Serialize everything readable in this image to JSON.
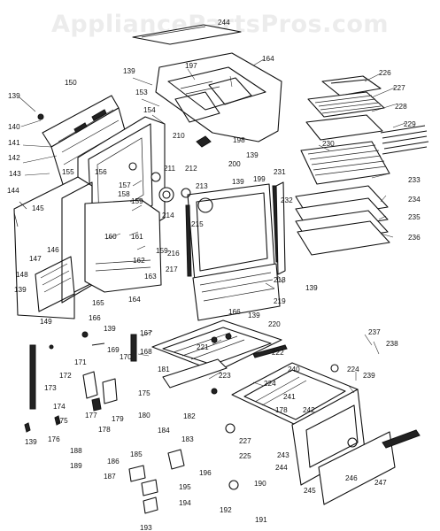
{
  "watermark": "AppliancePartsPros.com",
  "part_numbers": [
    "139",
    "140",
    "141",
    "142",
    "143",
    "144",
    "145",
    "146",
    "147",
    "148",
    "149",
    "150",
    "153",
    "154",
    "155",
    "156",
    "157",
    "158",
    "159",
    "160",
    "161",
    "162",
    "163",
    "164",
    "165",
    "166",
    "167",
    "168",
    "169",
    "170",
    "171",
    "172",
    "173",
    "174",
    "175",
    "176",
    "177",
    "178",
    "179",
    "180",
    "181",
    "182",
    "183",
    "184",
    "185",
    "186",
    "187",
    "188",
    "189",
    "190",
    "191",
    "192",
    "193",
    "194",
    "195",
    "196",
    "197",
    "198",
    "199",
    "200",
    "210",
    "211",
    "212",
    "213",
    "214",
    "215",
    "216",
    "217",
    "218",
    "219",
    "220",
    "221",
    "222",
    "223",
    "224",
    "225",
    "226",
    "227",
    "228",
    "229",
    "230",
    "231",
    "232",
    "233",
    "234",
    "235",
    "236",
    "237",
    "238",
    "239",
    "240",
    "241",
    "242",
    "243",
    "244",
    "245",
    "246",
    "247"
  ]
}
